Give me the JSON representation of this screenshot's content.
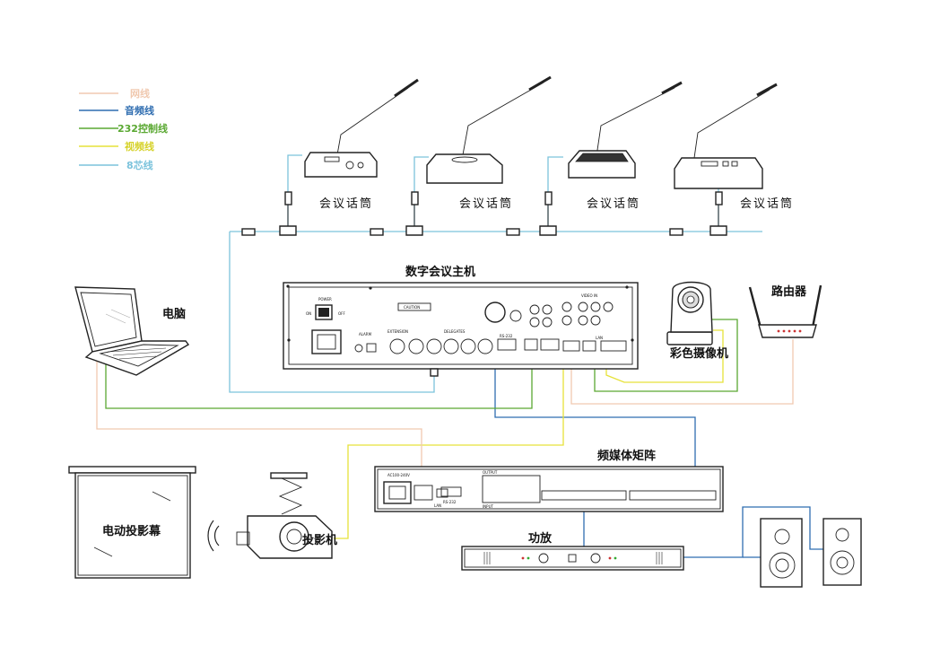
{
  "legend": [
    {
      "label": "网线",
      "color": "#f0c9b0"
    },
    {
      "label": "音频线",
      "color": "#2f6db0"
    },
    {
      "label": "232控制线",
      "color": "#5aa832"
    },
    {
      "label": "视频线",
      "color": "#e6e23a"
    },
    {
      "label": "8芯线",
      "color": "#7cc3dc"
    }
  ],
  "labels": {
    "mic1": "会议话筒",
    "mic2": "会议话筒",
    "mic3": "会议话筒",
    "mic4": "会议话筒",
    "host": "数字会议主机",
    "computer": "电脑",
    "router": "路由器",
    "camera": "彩色摄像机",
    "matrix": "频媒体矩阵",
    "screen": "电动投影幕",
    "projector": "投影机",
    "amplifier": "功放"
  },
  "host_panel": {
    "power": "POWER",
    "on": "ON",
    "off": "OFF",
    "caution": "CAUTION",
    "extension": "EXTENSION",
    "delegates": "DELEGATES",
    "alarm": "ALARM",
    "rs232": "RS-232",
    "video": "VIDEO IN",
    "lan": "LAN"
  },
  "matrix_panel": {
    "ac": "AC100-240V",
    "lan": "LAN",
    "rs232": "RS-232",
    "output": "OUTPUT",
    "input": "INPUT"
  }
}
